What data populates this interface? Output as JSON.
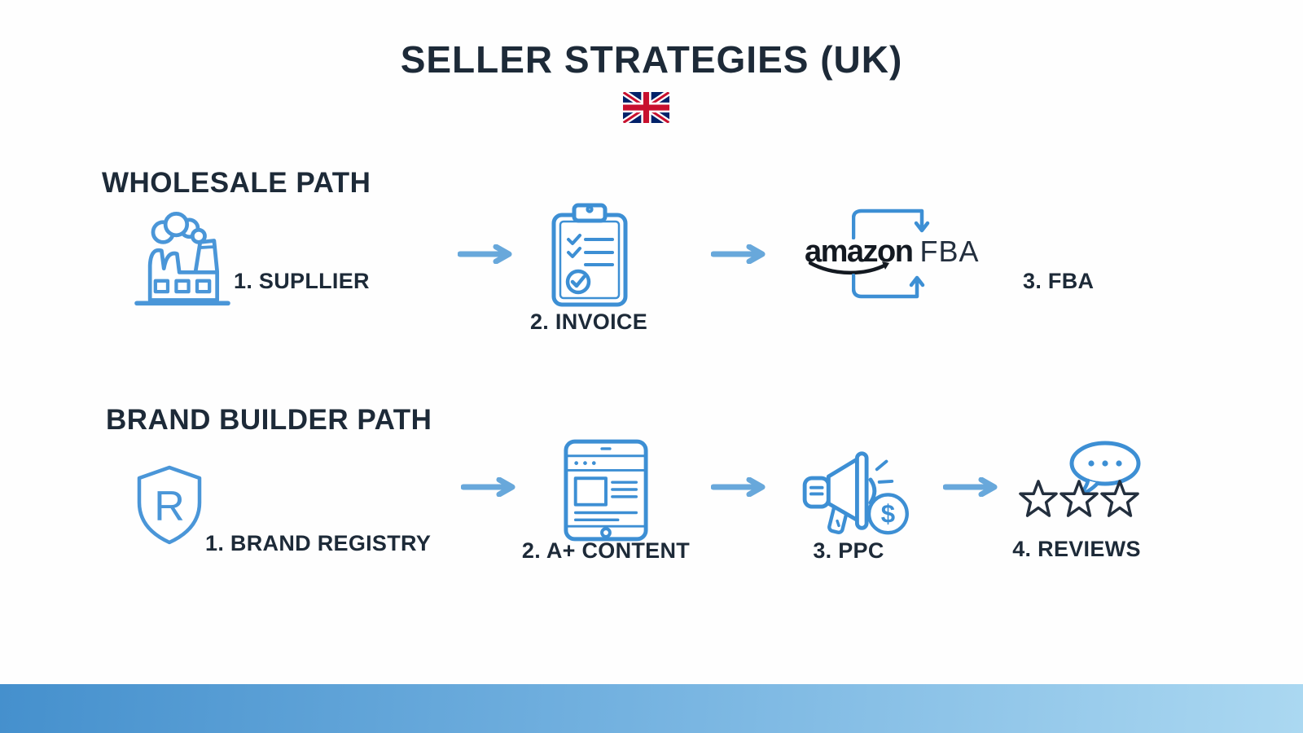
{
  "page": {
    "title": "SELLER STRATEGIES (UK)",
    "flag": "uk-flag",
    "background_color": "#fefefe",
    "footer_gradient": [
      "#4590cd",
      "#abd8f1"
    ]
  },
  "colors": {
    "heading_text": "#1d2a38",
    "icon_blue": "#4a96d8",
    "arrow_blue": "#68a8db",
    "star_outline": "#232f3e",
    "amazon_text": "#131921"
  },
  "wholesale": {
    "heading": "WHOLESALE PATH",
    "steps": [
      {
        "label": "1. SUPLLIER",
        "icon": "factory-icon"
      },
      {
        "label": "2. INVOICE",
        "icon": "invoice-clipboard-icon"
      },
      {
        "label": "3. FBA",
        "icon": "amazon-fba-loop-logo",
        "logo_brand": "amazon",
        "logo_suffix": "FBA"
      }
    ]
  },
  "brand_builder": {
    "heading": "BRAND BUILDER PATH",
    "steps": [
      {
        "label": "1. BRAND REGISTRY",
        "icon": "brand-registry-shield-icon",
        "icon_letter": "R"
      },
      {
        "label": "2. A+ CONTENT",
        "icon": "aplus-content-tablet-icon"
      },
      {
        "label": "3. PPC",
        "icon": "ppc-megaphone-icon",
        "icon_symbol": "$"
      },
      {
        "label": "4. REVIEWS",
        "icon": "reviews-stars-bubble-icon"
      }
    ]
  }
}
